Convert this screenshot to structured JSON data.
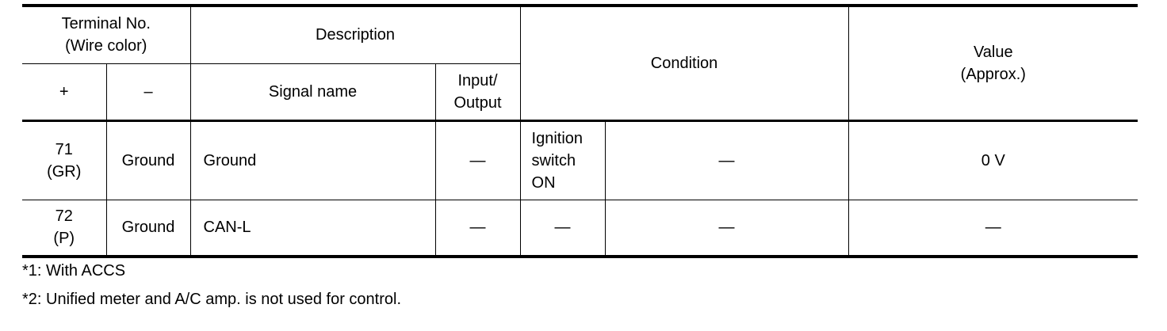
{
  "header": {
    "terminal_no": "Terminal No.",
    "wire_color": "(Wire color)",
    "description": "Description",
    "condition": "Condition",
    "value": "Value",
    "value_approx": "(Approx.)",
    "plus": "+",
    "minus": "–",
    "signal_name": "Signal name",
    "input": "Input/",
    "output": "Output"
  },
  "rows": [
    {
      "terminal": "71",
      "wire_color": "(GR)",
      "minus": "Ground",
      "signal_name": "Ground",
      "io": "—",
      "condition_1_line1": "Ignition",
      "condition_1_line2": "switch",
      "condition_1_line3": "ON",
      "condition_2": "—",
      "value": "0 V"
    },
    {
      "terminal": "72",
      "wire_color": "(P)",
      "minus": "Ground",
      "signal_name": "CAN-L",
      "io": "—",
      "condition_1": "—",
      "condition_2": "—",
      "value": "—"
    }
  ],
  "notes": [
    "*1: With ACCS",
    "*2: Unified meter and A/C amp. is not used for control."
  ]
}
